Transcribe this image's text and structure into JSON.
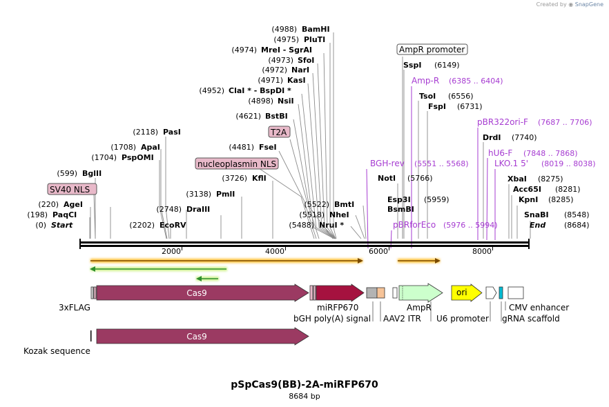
{
  "credit": {
    "prefix": "Created by",
    "brand": "SnapGene"
  },
  "title": "pSpCas9(BB)-2A-miRFP670",
  "subtitle": "8684 bp",
  "ruler": {
    "ticks": [
      "2000",
      "4000",
      "6000",
      "8000"
    ]
  },
  "sites": [
    {
      "pos": "(4988)",
      "name": "BamHI",
      "italic": false
    },
    {
      "pos": "(4975)",
      "name": "PluTI",
      "italic": false
    },
    {
      "pos": "(4974)",
      "name": "MreI  -  SgrAI",
      "italic": false
    },
    {
      "pos": "(4973)",
      "name": "SfoI",
      "italic": false
    },
    {
      "pos": "(4972)",
      "name": "NarI",
      "italic": false
    },
    {
      "pos": "(4971)",
      "name": "KasI",
      "italic": false
    },
    {
      "pos": "(4952)",
      "name": "ClaI *  -  BspDI *",
      "italic": false
    },
    {
      "pos": "(4898)",
      "name": "NsiI",
      "italic": false
    },
    {
      "pos": "(4621)",
      "name": "BstBI",
      "italic": false
    },
    {
      "pos": "(2118)",
      "name": "PasI",
      "italic": false
    },
    {
      "pos": "(1708)",
      "name": "ApaI",
      "italic": false
    },
    {
      "pos": "(1704)",
      "name": "PspOMI",
      "italic": false
    },
    {
      "pos": "(4481)",
      "name": "FseI",
      "italic": false
    },
    {
      "pos": "(599)",
      "name": "BglII",
      "italic": false
    },
    {
      "pos": "(3726)",
      "name": "KflI",
      "italic": false
    },
    {
      "pos": "(3138)",
      "name": "PmlI",
      "italic": false
    },
    {
      "pos": "(220)",
      "name": "AgeI",
      "italic": false
    },
    {
      "pos": "(198)",
      "name": "PaqCI",
      "italic": false
    },
    {
      "pos": "(0)",
      "name": "Start",
      "italic": true
    },
    {
      "pos": "(2748)",
      "name": "DraIII",
      "italic": false
    },
    {
      "pos": "(2202)",
      "name": "EcoRV",
      "italic": false
    },
    {
      "pos": "(5522)",
      "name": "BmtI",
      "italic": false
    },
    {
      "pos": "(5518)",
      "name": "NheI",
      "italic": false
    },
    {
      "pos": "(5488)",
      "name": "NruI *",
      "italic": false
    },
    {
      "pos": "(6149)",
      "name": "SspI",
      "italic": false
    },
    {
      "pos": "(6556)",
      "name": "TsoI",
      "italic": false
    },
    {
      "pos": "(6731)",
      "name": "FspI",
      "italic": false
    },
    {
      "pos": "(5766)",
      "name": "NotI",
      "italic": false
    },
    {
      "pos": "(5959)",
      "name": "Esp3I",
      "italic": false
    },
    {
      "pos": "",
      "name": "BsmBI",
      "italic": false
    },
    {
      "pos": "(7740)",
      "name": "DrdI",
      "italic": false
    },
    {
      "pos": "(8275)",
      "name": "XbaI",
      "italic": false
    },
    {
      "pos": "(8281)",
      "name": "Acc65I",
      "italic": false
    },
    {
      "pos": "(8285)",
      "name": "KpnI",
      "italic": false
    },
    {
      "pos": "(8548)",
      "name": "SnaBI",
      "italic": false
    },
    {
      "pos": "(8684)",
      "name": "End",
      "italic": true
    }
  ],
  "boxed_labels": [
    "AmpR promoter",
    "T2A",
    "nucleoplasmin NLS",
    "SV40 NLS"
  ],
  "primers": [
    {
      "name": "Amp-R",
      "range": "(6385 .. 6404)"
    },
    {
      "name": "pBR322ori-F",
      "range": "(7687 .. 7706)"
    },
    {
      "name": "hU6-F",
      "range": "(7848 .. 7868)"
    },
    {
      "name": "LKO.1 5'",
      "range": "(8019 .. 8038)"
    },
    {
      "name": "BGH-rev",
      "range": "(5551 .. 5568)"
    },
    {
      "name": "pBRforEco",
      "range": "(5976 .. 5994)"
    }
  ],
  "features": [
    {
      "label": "Cas9",
      "color": "#9b3a62"
    },
    {
      "label": "ori",
      "color": "#ffff00"
    },
    {
      "label": "Cas9",
      "color": "#9b3a62"
    }
  ],
  "feature_labels": [
    "3xFLAG",
    "miRFP670",
    "bGH poly(A) signal",
    "AmpR",
    "AAV2 ITR",
    "U6 promoter",
    "CMV enhancer",
    "gRNA scaffold",
    "Kozak sequence"
  ],
  "colors": {
    "primer": "#a63bd1",
    "orange_arrow": "#ffc23a",
    "green_arrow": "#2e8f2e",
    "nls_box": "#e8b9c9",
    "mirfp": "#a5123f",
    "ampr": "#ccffcc",
    "backbone": "#000000"
  }
}
